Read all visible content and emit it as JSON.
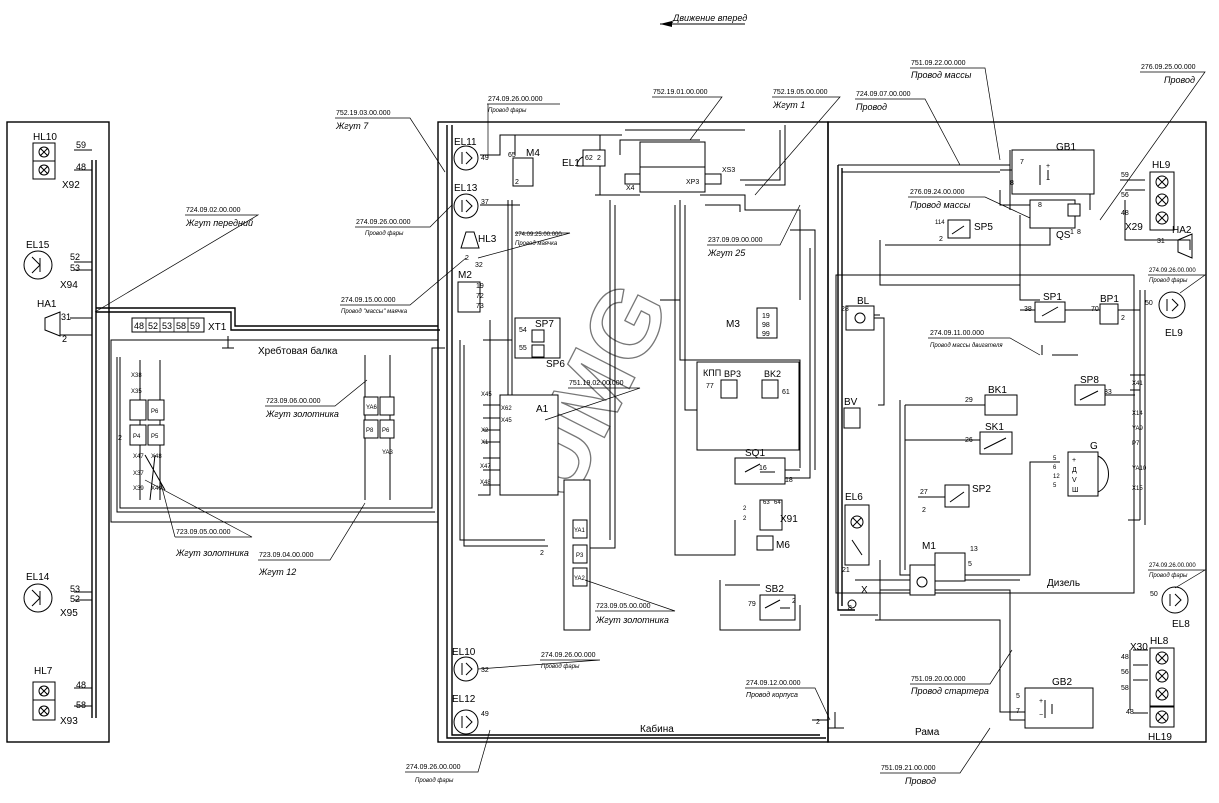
{
  "header": {
    "direction": "Движение вперед",
    "corner": ""
  },
  "zones": {
    "cab": "Кабина",
    "frame": "Рама",
    "diesel": "Дизель",
    "spine": "Хребтовая балка"
  },
  "watermark": "UMG",
  "callouts": [
    {
      "code": "752.19.03.00.000",
      "name": "Жгут 7"
    },
    {
      "code": "274.09.26.00.000",
      "name": "Провод фары"
    },
    {
      "code": "752.19.01.00.000",
      "name": ""
    },
    {
      "code": "752.19.05.00.000",
      "name": "Жгут 1"
    },
    {
      "code": "751.09.22.00.000",
      "name": "Провод массы"
    },
    {
      "code": "724.09.07.00.000",
      "name": "Провод"
    },
    {
      "code": "276.09.25.00.000",
      "name": "Провод"
    },
    {
      "code": "724.09.02.00.000",
      "name": "Жгут передний"
    },
    {
      "code": "274.09.26.00.000",
      "name": "Провод фары"
    },
    {
      "code": "274.09.25.00.000",
      "name": "Провод маячка"
    },
    {
      "code": "237.09.09.00.000",
      "name": "Жгут 25"
    },
    {
      "code": "276.09.24.00.000",
      "name": "Провод массы"
    },
    {
      "code": "274.09.15.00.000",
      "name": "Провод \"массы\" маячка"
    },
    {
      "code": "274.09.26.00.000",
      "name": "Провод фары"
    },
    {
      "code": "274.09.11.00.000",
      "name": "Провод массы двигателя"
    },
    {
      "code": "723.09.06.00.000",
      "name": "Жгут золотника"
    },
    {
      "code": "751.19.02.00.000",
      "name": ""
    },
    {
      "code": "723.09.05.00.000",
      "name": "Жгут золотника"
    },
    {
      "code": "723.09.04.00.000",
      "name": "Жгут 12"
    },
    {
      "code": "723.09.05.00.000",
      "name": "Жгут золотника"
    },
    {
      "code": "274.09.26.00.000",
      "name": "Провод фары"
    },
    {
      "code": "274.09.26.00.000",
      "name": "Провод фары"
    },
    {
      "code": "751.09.20.00.000",
      "name": "Провод стартера"
    },
    {
      "code": "274.09.12.00.000",
      "name": "Провод корпуса"
    },
    {
      "code": "274.09.26.00.000",
      "name": "Провод фары"
    },
    {
      "code": "751.09.21.00.000",
      "name": "Провод"
    }
  ],
  "components": {
    "HL10": "HL10",
    "X92": "X92",
    "EL15": "EL15",
    "X94": "X94",
    "HA1": "HA1",
    "XT1": "XT1",
    "EL14": "EL14",
    "X95": "X95",
    "HL7": "HL7",
    "X93": "X93",
    "EL11": "EL11",
    "EL13": "EL13",
    "HL3": "HL3",
    "M2": "M2",
    "M4": "M4",
    "EL1": "EL1",
    "XP3": "XP3",
    "XS3": "XS3",
    "X4": "X4",
    "M3": "M3",
    "KPP": "КПП",
    "BP3": "BP3",
    "BK2": "BK2",
    "SP7": "SP7",
    "SP6": "SP6",
    "A1": "A1",
    "SQ1": "SQ1",
    "X91": "X91",
    "M6": "M6",
    "SB2": "SB2",
    "EL10": "EL10",
    "EL12": "EL12",
    "GB1": "GB1",
    "QS": "QS",
    "SP5": "SP5",
    "HL9": "HL9",
    "HA2": "HA2",
    "X29": "X29",
    "BL": "BL",
    "SP1": "SP1",
    "BP1": "BP1",
    "EL9": "EL9",
    "BV": "BV",
    "SP8": "SP8",
    "BK1": "BK1",
    "SK1": "SK1",
    "G": "G",
    "SP2": "SP2",
    "EL6": "EL6",
    "M1": "M1",
    "X": "X",
    "EL8": "EL8",
    "HL8": "HL8",
    "X30": "X30",
    "HL19": "HL19",
    "GB2": "GB2"
  },
  "pins": {
    "hl10": [
      "59",
      "48"
    ],
    "el15": [
      "52",
      "53"
    ],
    "ha1": [
      "31",
      "2"
    ],
    "xt1": [
      "48",
      "52",
      "53",
      "58",
      "59"
    ],
    "el14": [
      "53",
      "52"
    ],
    "hl7": [
      "48",
      "58"
    ],
    "el11": "49",
    "el13": "37",
    "m4": [
      "65",
      "2"
    ],
    "el1": [
      "62",
      "2"
    ],
    "hl3": [
      "32",
      "2"
    ],
    "m2": [
      "19",
      "72",
      "73"
    ],
    "m3": [
      "19",
      "98",
      "99"
    ],
    "bp3": "77",
    "bk2": "61",
    "sp7": [
      "54",
      "55"
    ],
    "a1": [
      "X45",
      "X62",
      "X45",
      "X2",
      "X1",
      "X47",
      "X48"
    ],
    "sq1": [
      "16",
      "18"
    ],
    "x91": [
      "63",
      "64",
      "2",
      "2"
    ],
    "sb2": [
      "79",
      "2"
    ],
    "el10": "32",
    "el12": "49",
    "gb1": [
      "7",
      "8",
      "+",
      "−"
    ],
    "qs": [
      "8",
      "8",
      "1"
    ],
    "sp5": [
      "114",
      "2"
    ],
    "hl9": [
      "59",
      "56",
      "48"
    ],
    "ha2": "31",
    "bl": "28",
    "sp1": "38",
    "bp1": [
      "70",
      "2"
    ],
    "el9": "50",
    "bk1": "29",
    "sk1": "26",
    "sp8": "33",
    "g": [
      "5",
      "6",
      "12",
      "5",
      "+",
      "Д",
      "V",
      "Ш"
    ],
    "sp2": [
      "27",
      "2"
    ],
    "m1": [
      "13",
      "5"
    ],
    "el6": "21",
    "x": "8",
    "el8": "50",
    "hl8": [
      "48",
      "56",
      "58"
    ],
    "hl19": "48",
    "gb2": [
      "5",
      "7",
      "+",
      "−"
    ],
    "gnd": [
      "2",
      "2",
      "2"
    ]
  },
  "harness_pins": {
    "h12_left": [
      "X38",
      "X35",
      "P4",
      "P5",
      "P6",
      "X47",
      "X48",
      "X37",
      "X39",
      "X40"
    ],
    "h12_right": [
      "YA6",
      "P8",
      "P6",
      "YA3"
    ],
    "spool_mid": [
      "YA1",
      "P3",
      "YA2"
    ],
    "right_frame": [
      "X41",
      "X14",
      "X15",
      "P7",
      "YA9",
      "YA10"
    ]
  }
}
